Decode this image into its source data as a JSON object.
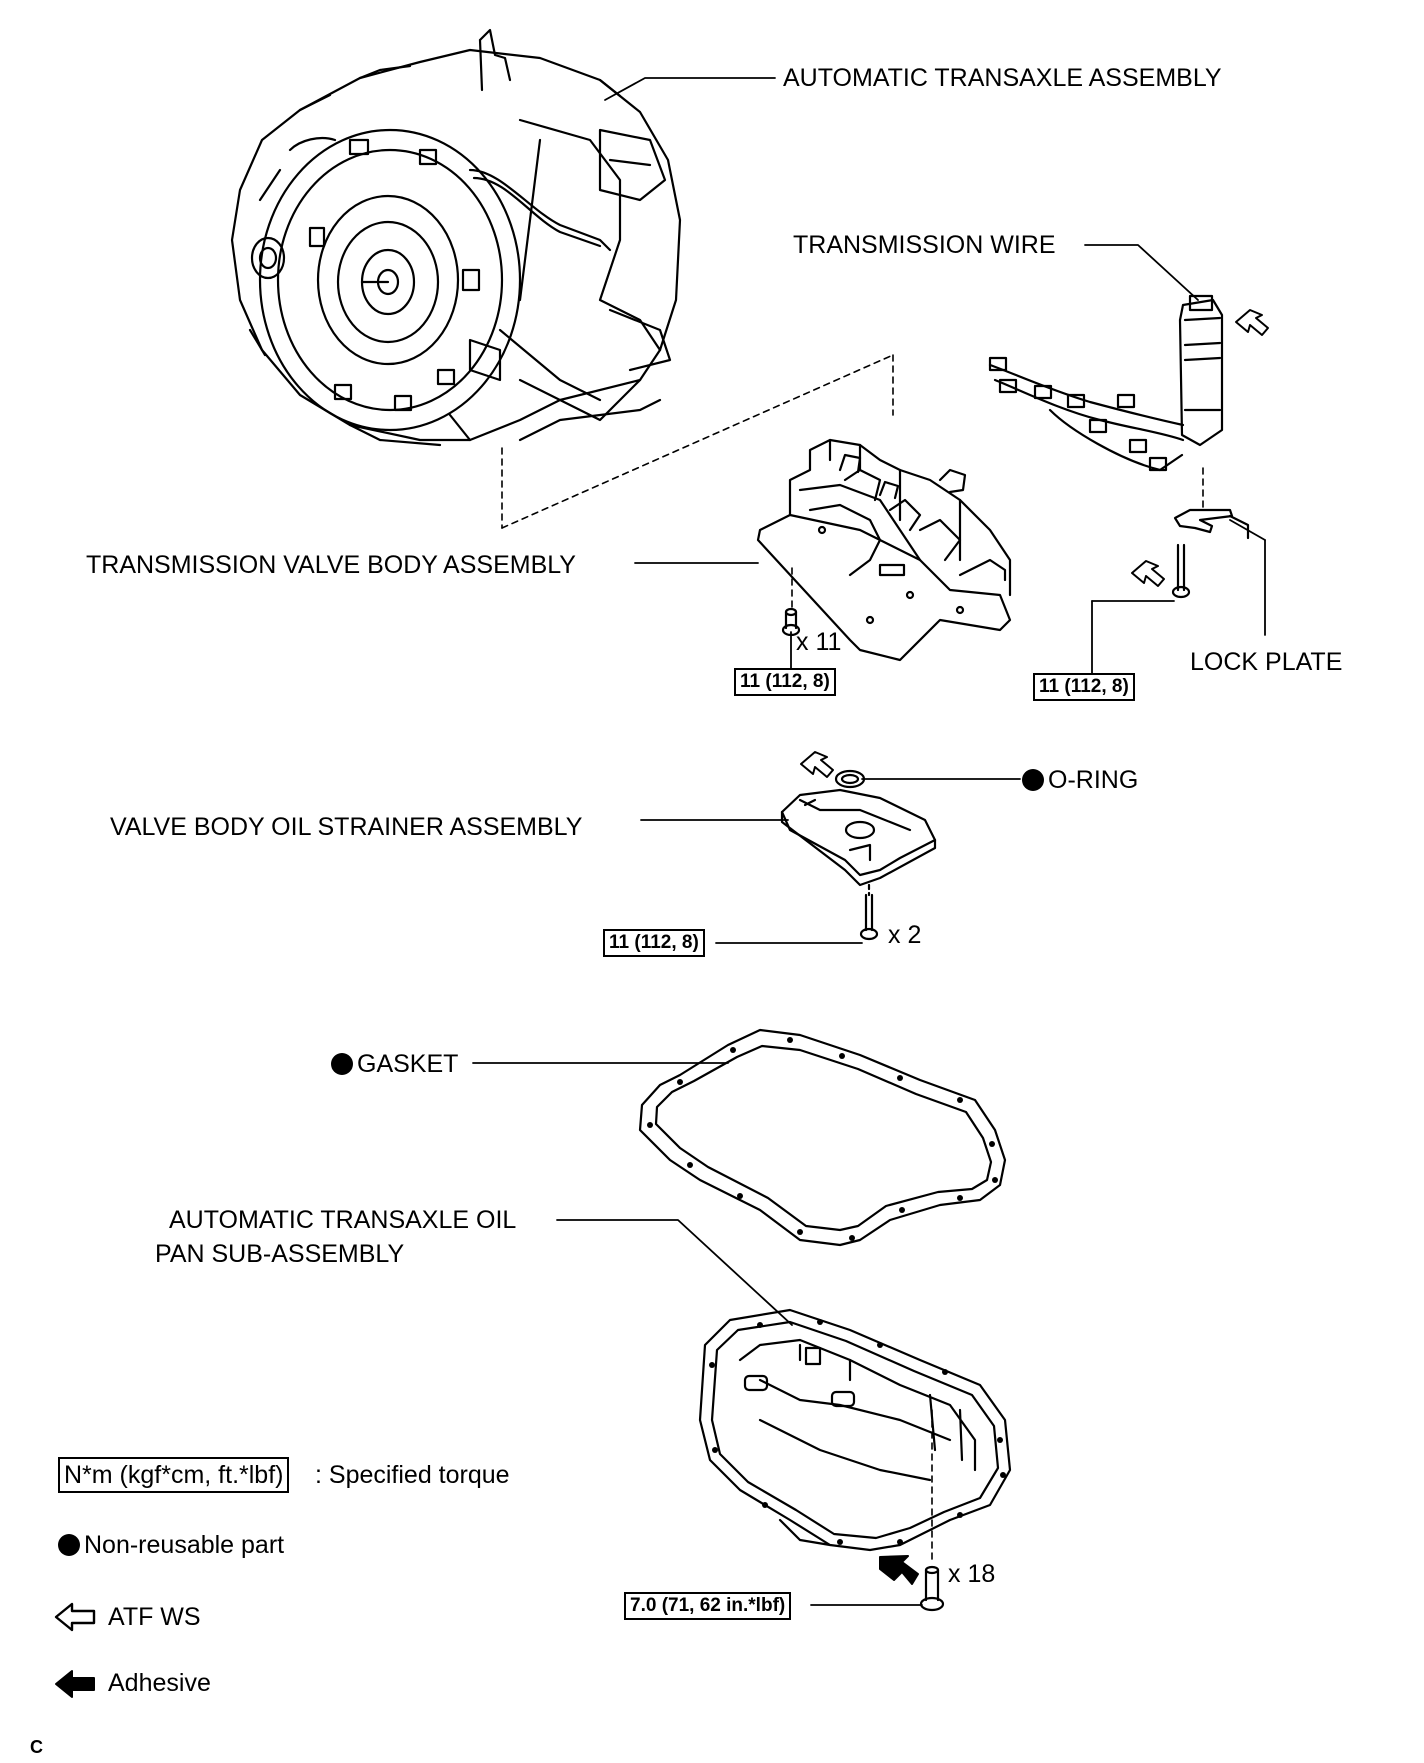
{
  "components": {
    "transaxle": "AUTOMATIC TRANSAXLE ASSEMBLY",
    "transmission_wire": "TRANSMISSION WIRE",
    "valve_body": "TRANSMISSION VALVE BODY ASSEMBLY",
    "lock_plate": "LOCK PLATE",
    "o_ring": "O-RING",
    "strainer": "VALVE BODY OIL STRAINER ASSEMBLY",
    "gasket": "GASKET",
    "oil_pan_line1": "AUTOMATIC TRANSAXLE OIL",
    "oil_pan_line2": "PAN SUB-ASSEMBLY"
  },
  "torque_values": {
    "valve_body_bolts": "11 (112, 8)",
    "lock_plate_bolt": "11 (112, 8)",
    "strainer_bolts": "11 (112, 8)",
    "oil_pan_bolts": "7.0 (71, 62 in.*lbf)"
  },
  "quantities": {
    "valve_body_bolts": "x 11",
    "strainer_bolts": "x 2",
    "oil_pan_bolts": "x 18"
  },
  "legend": {
    "torque_unit": "N*m (kgf*cm, ft.*lbf)",
    "torque_desc": ": Specified torque",
    "non_reusable": "Non-reusable part",
    "atf_ws": "ATF WS",
    "adhesive": "Adhesive"
  },
  "corner_mark": "C"
}
